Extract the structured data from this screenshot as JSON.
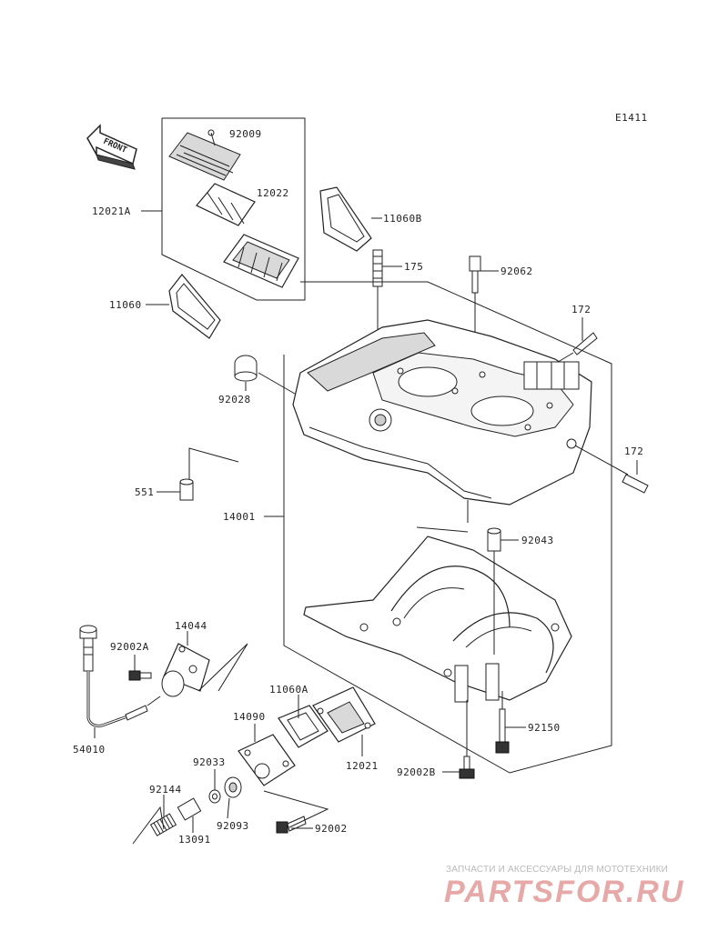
{
  "diagram_id": "E1411",
  "front_label": "FRONT",
  "labels": {
    "p92009": "92009",
    "p12022": "12022",
    "p12021A": "12021A",
    "p11060B": "11060B",
    "p175": "175",
    "p92062": "92062",
    "p11060": "11060",
    "p172a": "172",
    "p92028": "92028",
    "p172b": "172",
    "p551": "551",
    "p14001": "14001",
    "p92043": "92043",
    "p92002A": "92002A",
    "p14044": "14044",
    "p11060A": "11060A",
    "p14090": "14090",
    "p92150": "92150",
    "p54010": "54010",
    "p12021": "12021",
    "p92033": "92033",
    "p92002B": "92002B",
    "p92144": "92144",
    "p92093": "92093",
    "p92002": "92002",
    "p13091": "13091"
  },
  "watermark": {
    "tagline": "ЗАПЧАСТИ И АКСЕССУАРЫ ДЛЯ МОТОТЕХНИКИ",
    "logo": "PARTSFOR.RU"
  }
}
